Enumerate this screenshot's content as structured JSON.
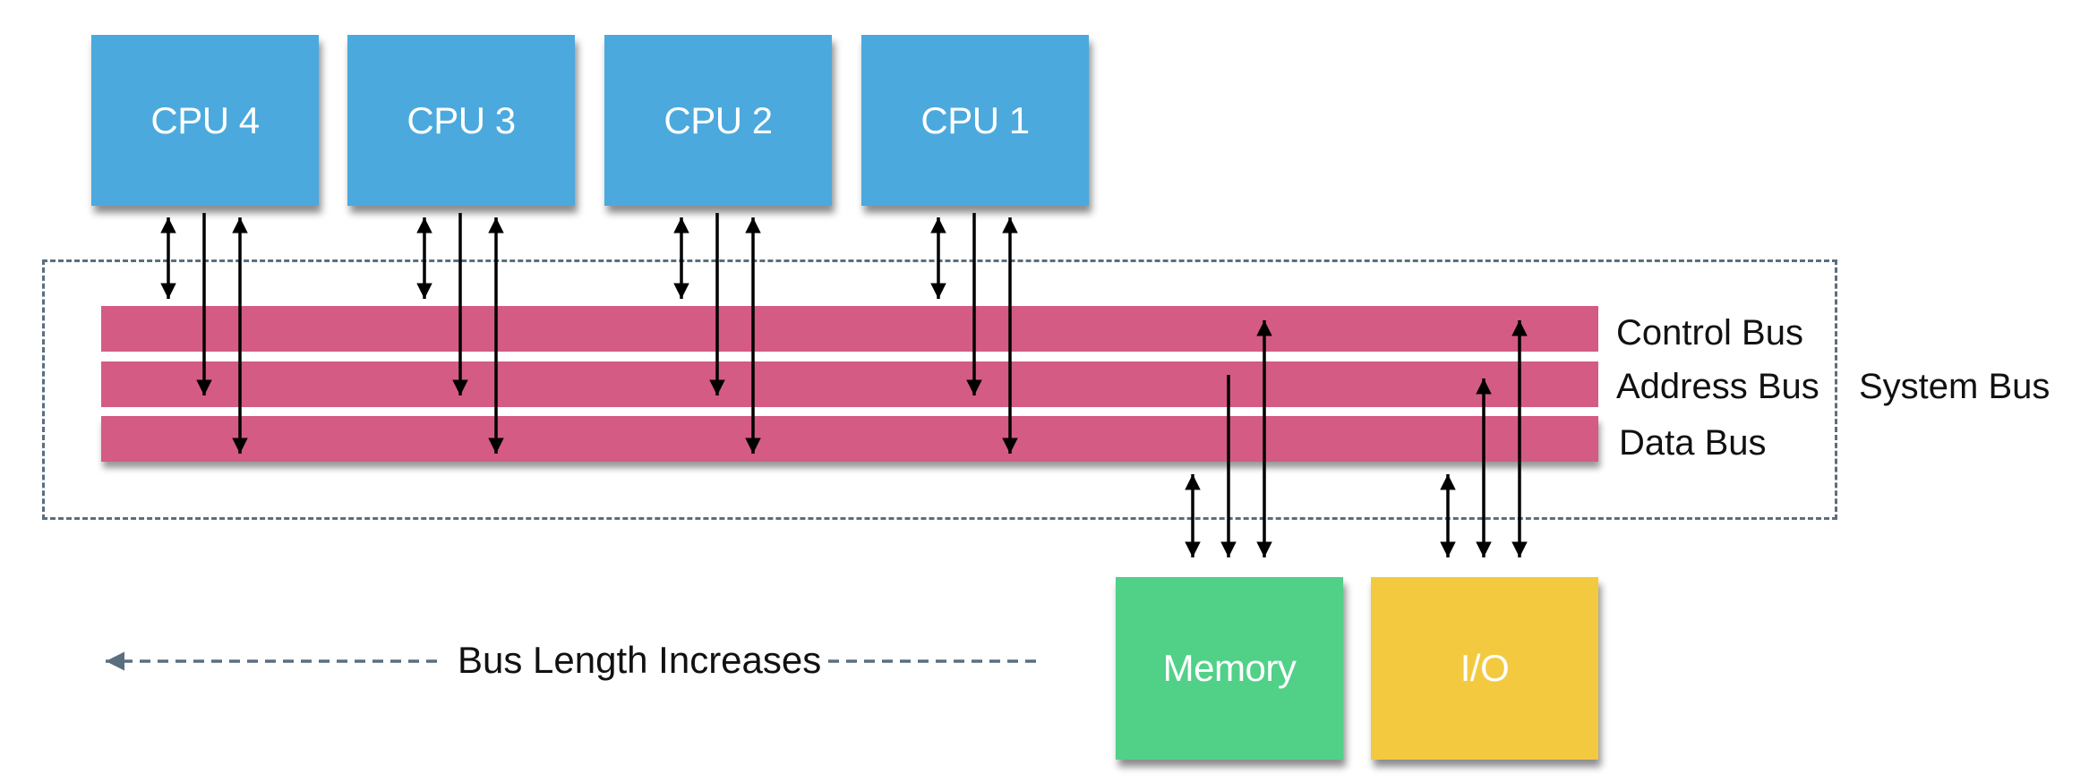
{
  "diagram": {
    "title": "System Bus Architecture",
    "cpus": [
      {
        "label": "CPU 4"
      },
      {
        "label": "CPU 3"
      },
      {
        "label": "CPU 2"
      },
      {
        "label": "CPU 1"
      }
    ],
    "memory": {
      "label": "Memory"
    },
    "io": {
      "label": "I/O"
    },
    "buses": [
      {
        "label": "Control Bus"
      },
      {
        "label": "Address Bus"
      },
      {
        "label": "Data Bus"
      }
    ],
    "system_bus_label": "System Bus",
    "bus_length_label": "Bus Length Increases",
    "colors": {
      "cpu": "#4BA9DE",
      "bus": "#D45B84",
      "memory": "#51D088",
      "io": "#F3C940",
      "dashed": "#5A6E7E",
      "arrow": "#000000"
    },
    "connections": [
      {
        "from": "CPU 4",
        "bus": "Control Bus",
        "direction": "bidirectional"
      },
      {
        "from": "CPU 4",
        "bus": "Address Bus",
        "direction": "to-bus"
      },
      {
        "from": "CPU 4",
        "bus": "Data Bus",
        "direction": "bidirectional"
      },
      {
        "from": "CPU 3",
        "bus": "Control Bus",
        "direction": "bidirectional"
      },
      {
        "from": "CPU 3",
        "bus": "Address Bus",
        "direction": "to-bus"
      },
      {
        "from": "CPU 3",
        "bus": "Data Bus",
        "direction": "bidirectional"
      },
      {
        "from": "CPU 2",
        "bus": "Control Bus",
        "direction": "bidirectional"
      },
      {
        "from": "CPU 2",
        "bus": "Address Bus",
        "direction": "to-bus"
      },
      {
        "from": "CPU 2",
        "bus": "Data Bus",
        "direction": "bidirectional"
      },
      {
        "from": "CPU 1",
        "bus": "Control Bus",
        "direction": "bidirectional"
      },
      {
        "from": "CPU 1",
        "bus": "Address Bus",
        "direction": "to-bus"
      },
      {
        "from": "CPU 1",
        "bus": "Data Bus",
        "direction": "bidirectional"
      },
      {
        "from": "Memory",
        "bus": "Data Bus",
        "direction": "bidirectional"
      },
      {
        "from": "Memory",
        "bus": "Address Bus",
        "direction": "from-bus"
      },
      {
        "from": "Memory",
        "bus": "Control Bus",
        "direction": "bidirectional"
      },
      {
        "from": "I/O",
        "bus": "Data Bus",
        "direction": "bidirectional"
      },
      {
        "from": "I/O",
        "bus": "Address Bus",
        "direction": "bidirectional"
      },
      {
        "from": "I/O",
        "bus": "Control Bus",
        "direction": "bidirectional"
      }
    ]
  }
}
